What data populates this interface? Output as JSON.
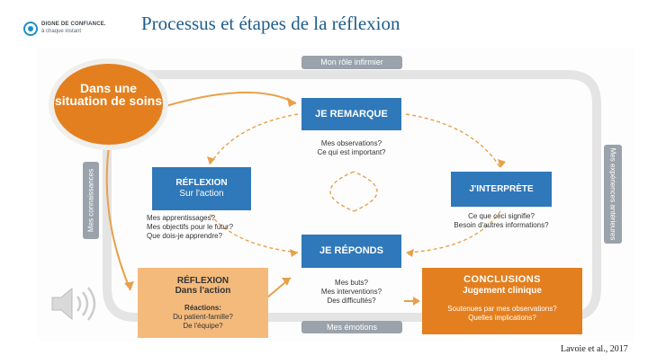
{
  "logo": {
    "line1": "DIGNE DE CONFIANCE.",
    "line2": "à chaque instant",
    "brand_color": "#1f8fc4"
  },
  "title": "Processus et étapes de la réflexion",
  "diagram": {
    "top_tab": "Mon rôle infirmier",
    "bottom_tab": "Mes émotions",
    "left_tab": "Mes connaissances",
    "right_tab": "Mes expériences antérieures",
    "start_blob": "Dans une situation de soins",
    "je_remarque": {
      "title": "JE REMARQUE",
      "q1": "Mes observations?",
      "q2": "Ce qui est important?"
    },
    "j_interprete": {
      "title": "J'INTERPRÈTE",
      "q1": "Ce que ceci signifie?",
      "q2": "Besoin d'autres informations?"
    },
    "je_reponds": {
      "title": "JE RÉPONDS",
      "q1": "Mes buts?",
      "q2": "Mes interventions?",
      "q3": "Des difficultés?"
    },
    "reflexion_sur_action": {
      "title": "RÉFLEXION",
      "subtitle": "Sur l'action",
      "q1": "Mes apprentissages?",
      "q2": "Mes objectifs pour le futur?",
      "q3": "Que dois-je apprendre?"
    },
    "reflexion_dans_action": {
      "title": "RÉFLEXION",
      "subtitle": "Dans l'action",
      "reactions_label": "Réactions:",
      "r1": "Du patient-famille?",
      "r2": "De l'équipe?"
    },
    "conclusions": {
      "title": "CONCLUSIONS",
      "subtitle": "Jugement clinique",
      "q1": "Soutenues par mes observations?",
      "q2": "Quelles implications?"
    },
    "colors": {
      "blue": "#2f78b9",
      "orange": "#e37f1e",
      "light_orange": "#f4ba7c",
      "gray": "#9aa2ab"
    }
  },
  "citation": "Lavoie et al., 2017",
  "icons": [
    "logo-icon",
    "speaker-icon"
  ]
}
